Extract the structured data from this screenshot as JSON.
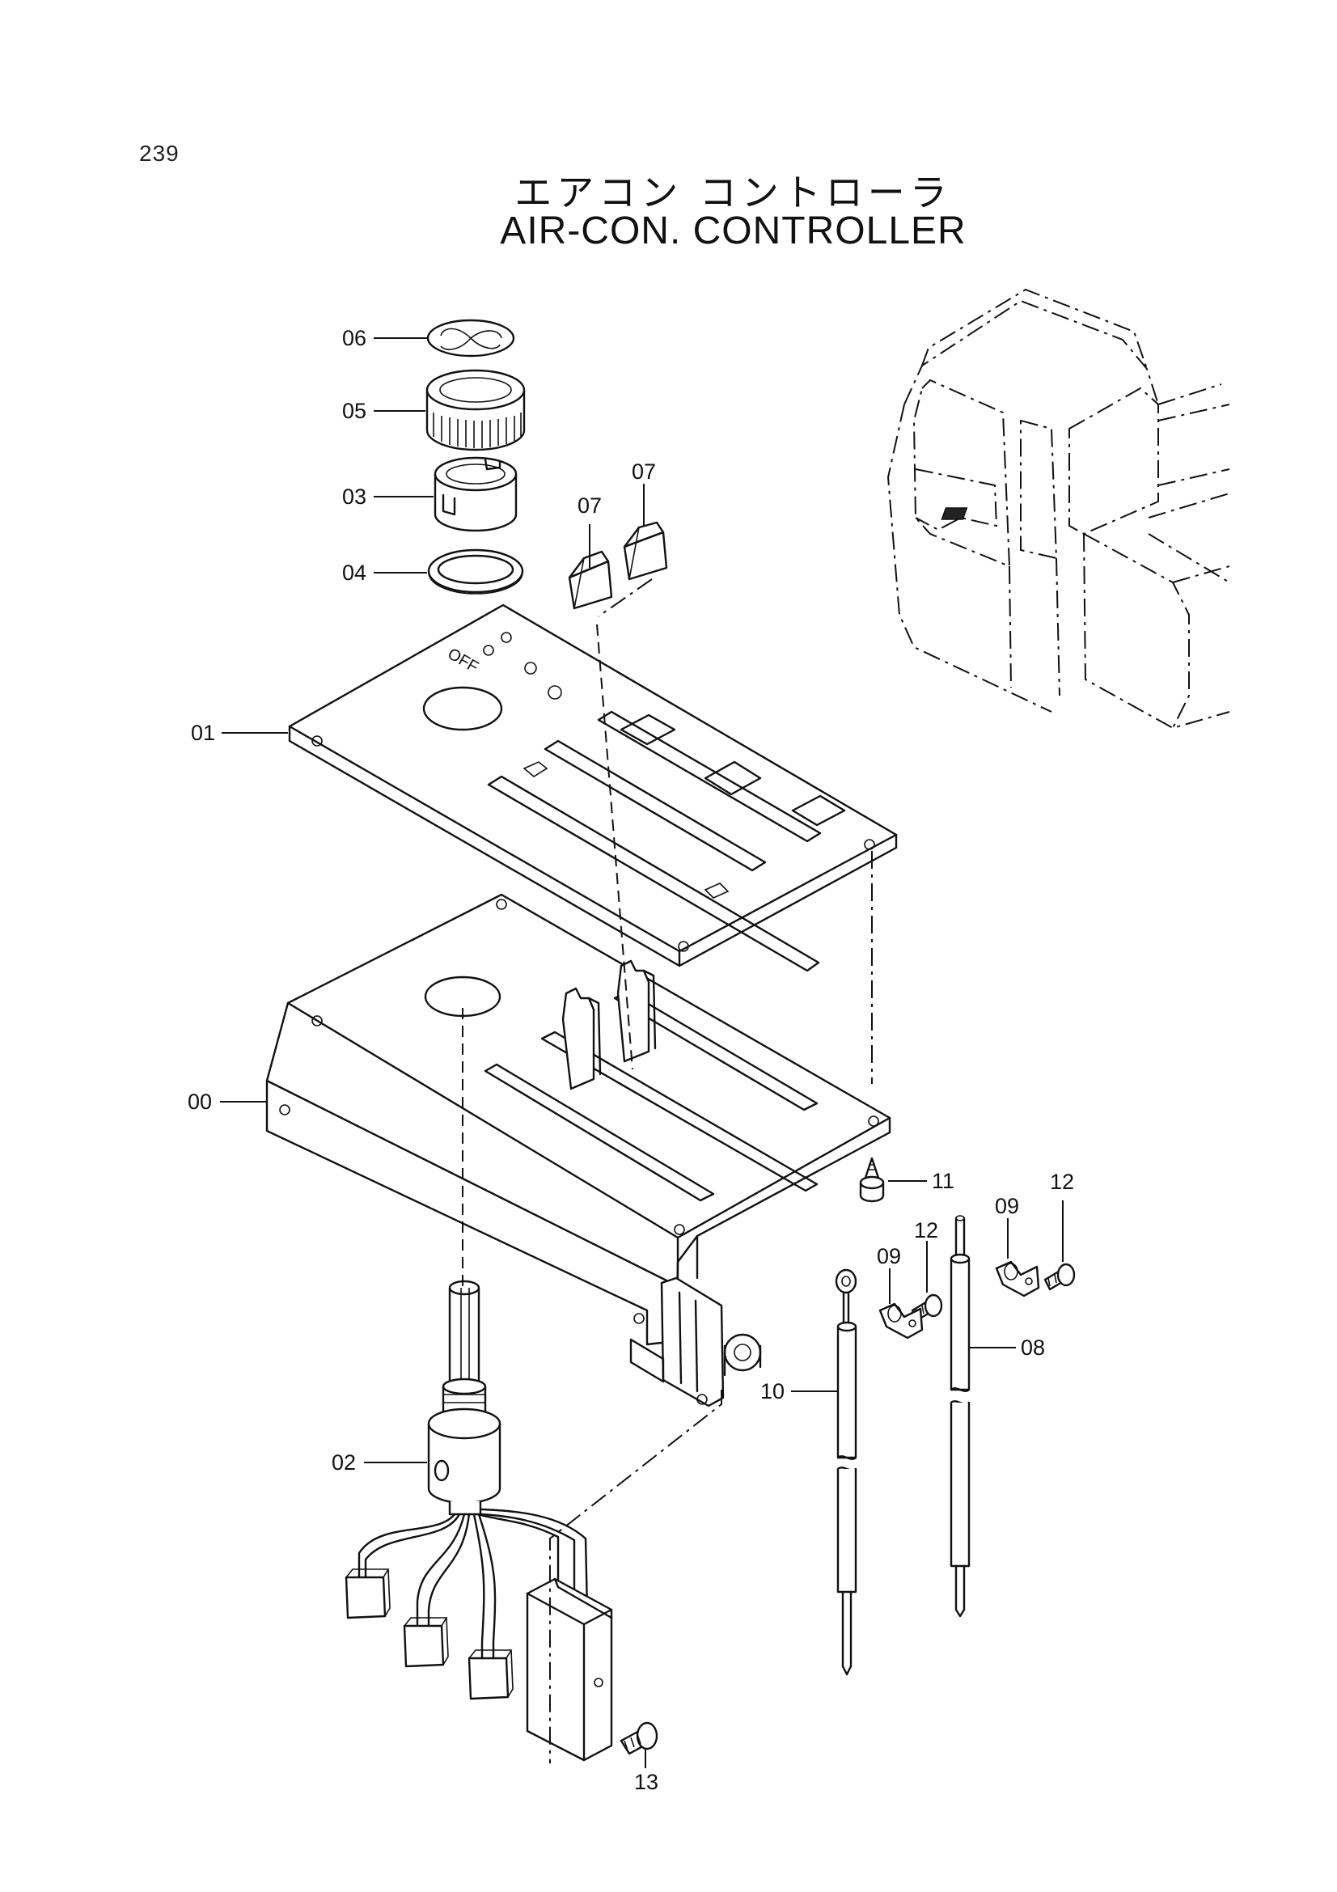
{
  "page": {
    "number": "239",
    "title_jp": "エアコン コントローラ",
    "title_en": "AIR-CON. CONTROLLER"
  },
  "panel_marking": "OFF",
  "parts": [
    {
      "id": "p00",
      "label": "00"
    },
    {
      "id": "p01",
      "label": "01"
    },
    {
      "id": "p02",
      "label": "02"
    },
    {
      "id": "p03",
      "label": "03"
    },
    {
      "id": "p04",
      "label": "04"
    },
    {
      "id": "p05",
      "label": "05"
    },
    {
      "id": "p06",
      "label": "06"
    },
    {
      "id": "p07a",
      "label": "07"
    },
    {
      "id": "p07b",
      "label": "07"
    },
    {
      "id": "p08",
      "label": "08"
    },
    {
      "id": "p09a",
      "label": "09"
    },
    {
      "id": "p09b",
      "label": "09"
    },
    {
      "id": "p10",
      "label": "10"
    },
    {
      "id": "p11",
      "label": "11"
    },
    {
      "id": "p12a",
      "label": "12"
    },
    {
      "id": "p12b",
      "label": "12"
    },
    {
      "id": "p13",
      "label": "13"
    }
  ]
}
